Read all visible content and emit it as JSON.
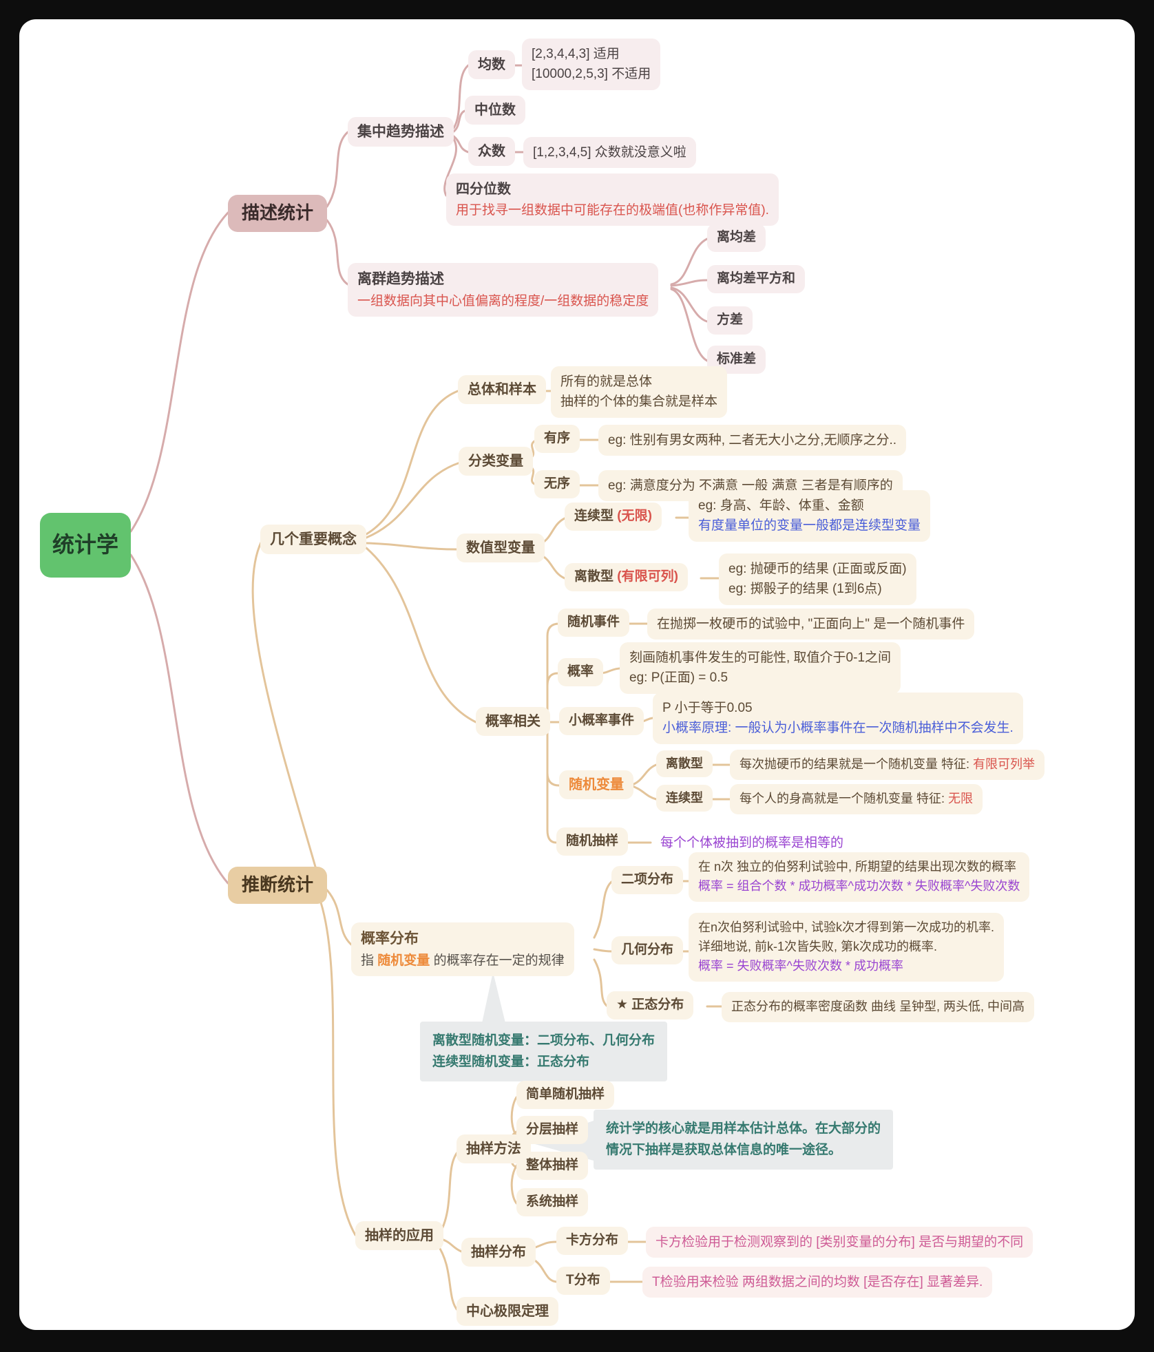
{
  "colors": {
    "root_green": "#62c36e",
    "rose_line": "#d6abab",
    "tan_line": "#e3c49a",
    "red": "#d9544d",
    "blue": "#4a5ed8",
    "purple": "#9a45d1",
    "orange": "#ed8a3a",
    "teal": "#35796f",
    "pink": "#ce5b95"
  },
  "root": {
    "label": "统计学"
  },
  "descriptive": {
    "label": "描述统计",
    "central": {
      "label": "集中趋势描述",
      "mean": {
        "label": "均数",
        "note1": "[2,3,4,4,3] 适用",
        "note2": "[10000,2,5,3] 不适用"
      },
      "median": {
        "label": "中位数"
      },
      "mode": {
        "label": "众数",
        "note": "[1,2,3,4,5] 众数就没意义啦"
      },
      "quartile": {
        "label": "四分位数",
        "desc": "用于找寻一组数据中可能存在的极端值(也称作异常值)."
      }
    },
    "outlier": {
      "label": "离群趋势描述",
      "desc": "一组数据向其中心值偏离的程度/一组数据的稳定度",
      "items": [
        "离均差",
        "离均差平方和",
        "方差",
        "标准差"
      ]
    }
  },
  "inferential": {
    "label": "推断统计",
    "concepts": {
      "label": "几个重要概念",
      "population": {
        "label": "总体和样本",
        "note1": "所有的就是总体",
        "note2": "抽样的个体的集合就是样本"
      },
      "categorical": {
        "label": "分类变量",
        "ordered": {
          "label": "有序",
          "note": "eg: 性别有男女两种, 二者无大小之分,无顺序之分.."
        },
        "unordered": {
          "label": "无序",
          "note": "eg: 满意度分为 不满意 一般 满意 三者是有顺序的"
        }
      },
      "numeric": {
        "label": "数值型变量",
        "continuous": {
          "label": "连续型 ",
          "tag": "(无限)",
          "note1": "eg: 身高、年龄、体重、金额",
          "note2": "有度量单位的变量一般都是连续型变量"
        },
        "discrete": {
          "label": "离散型 ",
          "tag": "(有限可列)",
          "note1": "eg: 抛硬币的结果 (正面或反面)",
          "note2": "eg: 掷骰子的结果 (1到6点)"
        }
      },
      "probability": {
        "label": "概率相关",
        "event": {
          "label": "随机事件",
          "note": "在抛掷一枚硬币的试验中, \"正面向上\" 是一个随机事件"
        },
        "prob": {
          "label": "概率",
          "note1": "刻画随机事件发生的可能性, 取值介于0-1之间",
          "note2": "eg: P(正面) = 0.5"
        },
        "smallprob": {
          "label": "小概率事件",
          "note1": "P 小于等于0.05",
          "note2": "小概率原理: 一般认为小概率事件在一次随机抽样中不会发生."
        },
        "randvar": {
          "label": "随机变量",
          "discrete": {
            "label": "离散型",
            "note": "每次抛硬币的结果就是一个随机变量 特征: ",
            "tag": "有限可列举"
          },
          "continuous": {
            "label": "连续型",
            "note": "每个人的身高就是一个随机变量 特征: ",
            "tag": "无限"
          }
        },
        "sampling": {
          "label": "随机抽样",
          "note": "每个个体被抽到的概率是相等的"
        }
      }
    },
    "distribution": {
      "label": "概率分布",
      "desc_prefix": "指 ",
      "desc_highlight": "随机变量",
      "desc_suffix": " 的概率存在一定的规律",
      "binomial": {
        "label": "二项分布",
        "note1": "在 n次 独立的伯努利试验中, 所期望的结果出现次数的概率",
        "note2": "概率 = 组合个数 * 成功概率^成功次数 * 失败概率^失败次数"
      },
      "geometric": {
        "label": "几何分布",
        "note1": "在n次伯努利试验中, 试验k次才得到第一次成功的机率.",
        "note2": "详细地说, 前k-1次皆失败, 第k次成功的概率.",
        "note3": "概率 = 失败概率^失败次数 * 成功概率"
      },
      "normal": {
        "label": "★ 正态分布",
        "note": "正态分布的概率密度函数 曲线 呈钟型, 两头低, 中间高"
      },
      "callout": {
        "line1": "离散型随机变量：二项分布、几何分布",
        "line2": "连续型随机变量：正态分布"
      }
    },
    "application": {
      "label": "抽样的应用",
      "methods": {
        "label": "抽样方法",
        "items": [
          "简单随机抽样",
          "分层抽样",
          "整体抽样",
          "系统抽样"
        ],
        "callout": {
          "line1": "统计学的核心就是用样本估计总体。在大部分的",
          "line2": "情况下抽样是获取总体信息的唯一途径。"
        }
      },
      "dist": {
        "label": "抽样分布",
        "chisq": {
          "label": "卡方分布",
          "note": "卡方检验用于检测观察到的 [类别变量的分布] 是否与期望的不同"
        },
        "t": {
          "label": "T分布",
          "note": "T检验用来检验 两组数据之间的均数 [是否存在] 显著差异."
        }
      },
      "clt": {
        "label": "中心极限定理"
      }
    }
  }
}
